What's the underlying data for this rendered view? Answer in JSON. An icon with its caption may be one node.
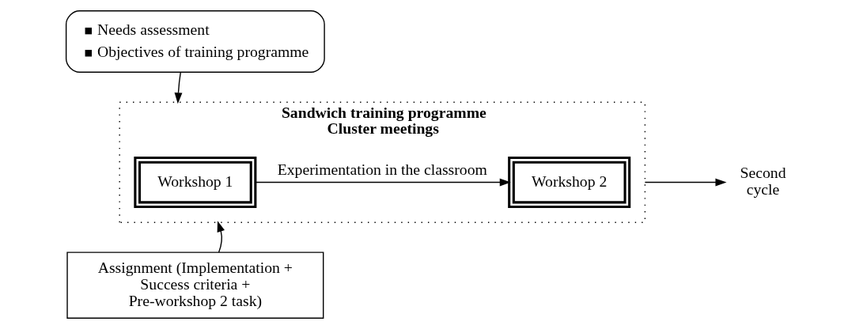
{
  "diagram": {
    "nodes": [
      {
        "text": [
          "Needs assessment",
          "Objectives of training programme"
        ]
      },
      {
        "text": [
          "Sandwich training programme",
          "Cluster meetings"
        ]
      },
      {
        "text": [
          "Workshop 1"
        ],
        "in": 1
      },
      {
        "text": [
          "Workshop 2"
        ],
        "in": 1
      },
      {
        "text": [
          "Second cycle"
        ]
      },
      {
        "text": [
          "Assignment (Implementation + Success criteria + Pre-workshop 2 task)"
        ]
      }
    ],
    "edges": [
      {
        "from": 0,
        "to": 1,
        "arrow": "to"
      },
      {
        "from": 2,
        "to": 3,
        "arrow": "to",
        "label": "Experimentation in the classroom"
      },
      {
        "from": 1,
        "to": 4,
        "arrow": "to"
      },
      {
        "from": 5,
        "to": 1,
        "arrow": "to"
      }
    ]
  }
}
